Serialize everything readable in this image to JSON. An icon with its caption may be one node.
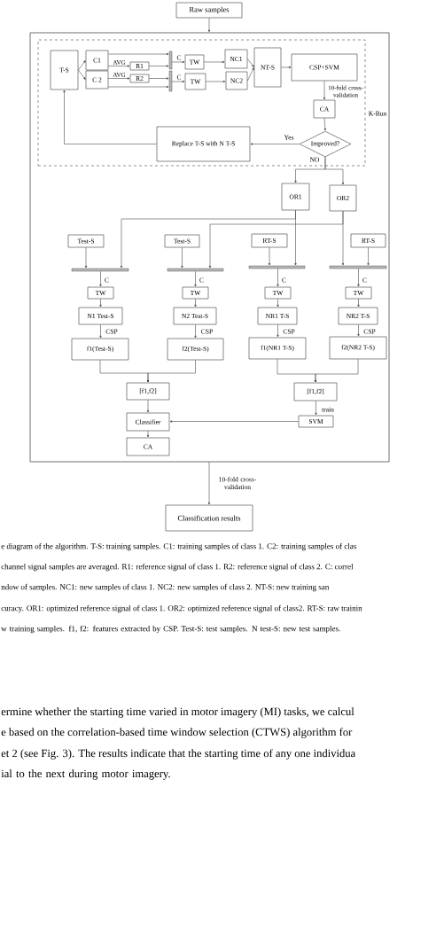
{
  "diagram": {
    "nodes": [
      {
        "text": [
          "Raw samples"
        ]
      },
      {
        "text": [],
        "shape": "box"
      },
      {
        "text": [
          "K-Run"
        ],
        "in": 1
      },
      {
        "text": [
          "T-S"
        ],
        "in": 2
      },
      {
        "text": [
          "C1"
        ],
        "in": 2
      },
      {
        "text": [
          "C 2"
        ],
        "in": 2
      },
      {
        "text": [
          "R1"
        ],
        "in": 2
      },
      {
        "text": [
          "R2"
        ],
        "in": 2
      },
      {
        "text": [],
        "shape": "bar",
        "in": 2
      },
      {
        "text": [],
        "shape": "bar",
        "in": 2
      },
      {
        "text": [
          "TW"
        ],
        "in": 2
      },
      {
        "text": [
          "TW"
        ],
        "in": 2
      },
      {
        "text": [
          "NC1"
        ],
        "in": 2
      },
      {
        "text": [
          "NC2"
        ],
        "in": 2
      },
      {
        "text": [
          "NT-S"
        ],
        "in": 2
      },
      {
        "text": [
          "CSP+SVM"
        ],
        "in": 2
      },
      {
        "text": [
          "CA"
        ],
        "in": 2
      },
      {
        "text": [
          "Improved?"
        ],
        "in": 2
      },
      {
        "text": [
          "Replace T-S with N T-S"
        ],
        "in": 2
      },
      {
        "text": [
          "OR1"
        ],
        "in": 1
      },
      {
        "text": [
          "OR2"
        ],
        "in": 1
      },
      {
        "text": [
          "Test-S"
        ],
        "in": 1
      },
      {
        "text": [
          "Test-S"
        ],
        "in": 1
      },
      {
        "text": [
          "RT-S"
        ],
        "in": 1
      },
      {
        "text": [
          "RT-S"
        ],
        "in": 1
      },
      {
        "text": [],
        "shape": "bar",
        "in": 1
      },
      {
        "text": [],
        "shape": "bar",
        "in": 1
      },
      {
        "text": [],
        "shape": "bar",
        "in": 1
      },
      {
        "text": [],
        "shape": "bar",
        "in": 1
      },
      {
        "text": [
          "TW"
        ],
        "in": 1
      },
      {
        "text": [
          "TW"
        ],
        "in": 1
      },
      {
        "text": [
          "TW"
        ],
        "in": 1
      },
      {
        "text": [
          "TW"
        ],
        "in": 1
      },
      {
        "text": [
          "N1 Test-S"
        ],
        "in": 1
      },
      {
        "text": [
          "N2 Test-S"
        ],
        "in": 1
      },
      {
        "text": [
          "NR1 T-S"
        ],
        "in": 1
      },
      {
        "text": [
          "NR2 T-S"
        ],
        "in": 1
      },
      {
        "text": [
          "f1(Test-S)"
        ],
        "in": 1
      },
      {
        "text": [
          "f2(Test-S)"
        ],
        "in": 1
      },
      {
        "text": [
          "f1(NR1 T-S)"
        ],
        "in": 1
      },
      {
        "text": [
          "f2(NR2 T-S)"
        ],
        "in": 1
      },
      {
        "text": [
          "[f1,f2]"
        ],
        "in": 1
      },
      {
        "text": [
          "[f1,f2]"
        ],
        "in": 1
      },
      {
        "text": [
          "Classifier"
        ],
        "in": 1
      },
      {
        "text": [
          "SVM"
        ],
        "in": 1
      },
      {
        "text": [
          "CA"
        ],
        "in": 1
      },
      {
        "text": [
          "Classification results"
        ]
      }
    ],
    "edges": [
      {
        "from": 0,
        "to": 1,
        "arrow": "to"
      },
      {
        "from": 3,
        "to": 4,
        "arrow": "to"
      },
      {
        "from": 3,
        "to": 5,
        "arrow": "to"
      },
      {
        "from": 4,
        "to": 6,
        "arrow": "to",
        "label": "AVG"
      },
      {
        "from": 5,
        "to": 7,
        "arrow": "to",
        "label": "AVG"
      },
      {
        "from": 4,
        "to": 8,
        "arrow": "to"
      },
      {
        "from": 6,
        "to": 8,
        "arrow": "to"
      },
      {
        "from": 7,
        "to": 9,
        "arrow": "to"
      },
      {
        "from": 5,
        "to": 9,
        "arrow": "to"
      },
      {
        "from": 8,
        "to": 10,
        "arrow": "to",
        "label": "C"
      },
      {
        "from": 9,
        "to": 11,
        "arrow": "to",
        "label": "C"
      },
      {
        "from": 10,
        "to": 12,
        "arrow": "to"
      },
      {
        "from": 11,
        "to": 13,
        "arrow": "to"
      },
      {
        "from": 12,
        "to": 14,
        "arrow": "to"
      },
      {
        "from": 13,
        "to": 14,
        "arrow": "to"
      },
      {
        "from": 14,
        "to": 15,
        "arrow": "to"
      },
      {
        "from": 15,
        "to": 16,
        "arrow": "to",
        "label": "10-fold cross- validation"
      },
      {
        "from": 16,
        "to": 17,
        "arrow": "to"
      },
      {
        "from": 17,
        "to": 18,
        "arrow": "to",
        "label": "Yes"
      },
      {
        "from": 18,
        "to": 3,
        "arrow": "to"
      },
      {
        "from": 17,
        "to": 19,
        "arrow": "to",
        "label": "NO"
      },
      {
        "from": 17,
        "to": 20,
        "arrow": "to"
      },
      {
        "from": 19,
        "to": 25,
        "arrow": "to"
      },
      {
        "from": 19,
        "to": 27,
        "arrow": "to"
      },
      {
        "from": 20,
        "to": 26,
        "arrow": "to"
      },
      {
        "from": 20,
        "to": 28,
        "arrow": "to"
      },
      {
        "from": 21,
        "to": 25,
        "arrow": "to"
      },
      {
        "from": 22,
        "to": 26,
        "arrow": "to"
      },
      {
        "from": 23,
        "to": 27,
        "arrow": "to"
      },
      {
        "from": 24,
        "to": 28,
        "arrow": "to"
      },
      {
        "from": 25,
        "to": 29,
        "arrow": "to",
        "label": "C"
      },
      {
        "from": 26,
        "to": 30,
        "arrow": "to",
        "label": "C"
      },
      {
        "from": 27,
        "to": 31,
        "arrow": "to",
        "label": "C"
      },
      {
        "from": 28,
        "to": 32,
        "arrow": "to",
        "label": "C"
      },
      {
        "from": 29,
        "to": 33,
        "arrow": "to"
      },
      {
        "from": 30,
        "to": 34,
        "arrow": "to"
      },
      {
        "from": 31,
        "to": 35,
        "arrow": "to"
      },
      {
        "from": 32,
        "to": 36,
        "arrow": "to"
      },
      {
        "from": 33,
        "to": 37,
        "arrow": "to",
        "label": "CSP"
      },
      {
        "from": 34,
        "to": 38,
        "arrow": "to",
        "label": "CSP"
      },
      {
        "from": 35,
        "to": 39,
        "arrow": "to",
        "label": "CSP"
      },
      {
        "from": 36,
        "to": 40,
        "arrow": "to",
        "label": "CSP"
      },
      {
        "from": 37,
        "to": 41,
        "arrow": "to"
      },
      {
        "from": 38,
        "to": 41,
        "arrow": "to"
      },
      {
        "from": 39,
        "to": 42,
        "arrow": "to"
      },
      {
        "from": 40,
        "to": 42,
        "arrow": "to"
      },
      {
        "from": 41,
        "to": 43,
        "arrow": "to"
      },
      {
        "from": 42,
        "to": 44,
        "arrow": "to",
        "label": "train"
      },
      {
        "from": 44,
        "to": 43,
        "arrow": "to"
      },
      {
        "from": 43,
        "to": 45,
        "arrow": "to"
      },
      {
        "from": 1,
        "to": 46,
        "arrow": "to",
        "label": "10-fold cross- validation"
      }
    ],
    "labels": [
      "e diagram of the algorithm. T-S: training samples. C1: training samples of class 1. C2: training samples of clas",
      "channel signal samples are averaged. R1: reference signal of class 1. R2: reference signal of class 2. C: correl",
      "ndow of samples. NC1: new samples of class 1. NC2: new samples of class 2. NT-S: new training san",
      "curacy. OR1: optimized reference signal of class 1. OR2: optimized reference signal of class2. RT-S: raw trainin",
      "w training samples. f1, f2: features extracted by CSP. Test-S: test samples. N test-S: new test samples.",
      "ermine whether the starting time varied in motor imagery (MI) tasks, we calcul",
      "e based on the correlation-based time window selection (CTWS) algorithm for",
      "et 2 (see Fig. 3). The results indicate that the starting time of any one individua",
      "ial to the next during motor imagery."
    ]
  }
}
